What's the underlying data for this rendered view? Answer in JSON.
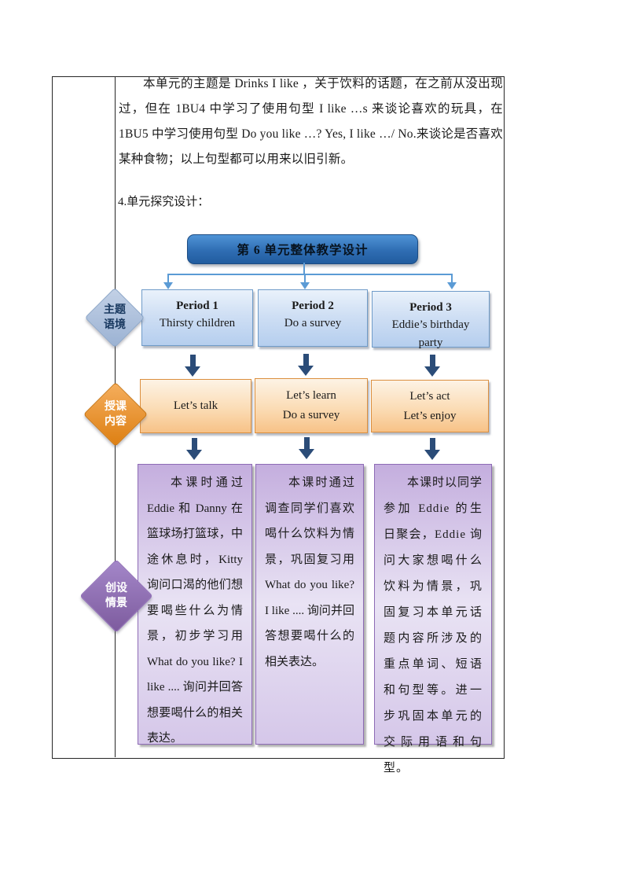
{
  "document": {
    "intro_paragraph": "本单元的主题是 Drinks I like ，关于饮料的话题，在之前从没出现过，但在 1BU4 中学习了使用句型 I like …s 来谈论喜欢的玩具，在 1BU5 中学习使用句型 Do you like …? Yes, I like …/ No.来谈论是否喜欢某种食物；以上句型都可以用来以旧引新。",
    "section_label": "4.单元探究设计："
  },
  "diagram": {
    "title": "第 6 单元整体教学设计",
    "row_labels": [
      {
        "line1": "主题",
        "line2": "语境"
      },
      {
        "line1": "授课",
        "line2": "内容"
      },
      {
        "line1": "创设",
        "line2": "情景"
      }
    ],
    "periods": [
      {
        "title": "Period 1",
        "subtitle": "Thirsty children"
      },
      {
        "title": "Period 2",
        "subtitle": "Do a survey"
      },
      {
        "title": "Period 3",
        "subtitle": "Eddie’s birthday party"
      }
    ],
    "contents": [
      {
        "lines": [
          "Let’s talk"
        ]
      },
      {
        "lines": [
          "Let’s learn",
          "Do a survey"
        ]
      },
      {
        "lines": [
          "Let’s act",
          "Let’s enjoy"
        ]
      }
    ],
    "scenarios": [
      "本课时通过 Eddie 和 Danny 在篮球场打篮球，中途休息时，Kitty 询问口渴的他们想要喝些什么为情景，初步学习用 What do you like? I like .... 询问并回答想要喝什么的相关表达。",
      "本课时通过调查同学们喜欢喝什么饮料为情景，巩固复习用 What do you like? I like .... 询问并回答想要喝什么的相关表达。",
      "本课时以同学参加 Eddie 的生日聚会，Eddie 询问大家想喝什么饮料为情景，巩固复习本单元话题内容所涉及的重点单词、短语和句型等。进一步巩固本单元的交际用语和句型。"
    ],
    "colors": {
      "connector_blue": "#5b9bd5",
      "arrow_navy": "#2b4c78",
      "title_fill": "#2f6db3",
      "period_fill": "#cfe0f4",
      "content_fill": "#fbd9ae",
      "scenario_fill": "#d9cdec",
      "theme_diamond": "#a6bbd8",
      "content_diamond": "#e68a1e",
      "scenario_diamond": "#8b68a8"
    }
  }
}
